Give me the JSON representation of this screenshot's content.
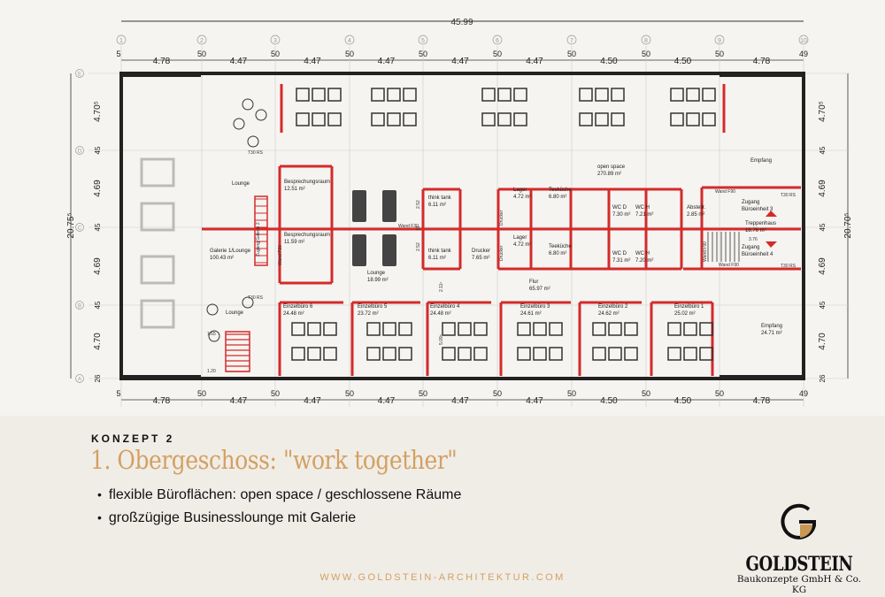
{
  "plan": {
    "total_width": "45.99",
    "axes": [
      "1",
      "2",
      "3",
      "4",
      "5",
      "6",
      "7",
      "8",
      "9",
      "10"
    ],
    "rows": [
      "E",
      "D",
      "C",
      "B",
      "A"
    ],
    "top_dims": [
      "5",
      "4.78",
      "50",
      "4.47",
      "50",
      "4.47",
      "50",
      "4.47",
      "50",
      "4.47",
      "50",
      "4.47",
      "50",
      "4.50",
      "50",
      "4.50",
      "50",
      "4.78",
      "49"
    ],
    "bottom_dims": [
      "5",
      "4.78",
      "50",
      "4.47",
      "50",
      "4.47",
      "50",
      "4.47",
      "50",
      "4.47",
      "50",
      "4.47",
      "50",
      "4.50",
      "50",
      "4.50",
      "50",
      "4.78",
      "49"
    ],
    "left_total": "20.75⁵",
    "right_total": "20.70⁵",
    "left_dims": [
      "4.70⁵",
      "45",
      "4.69",
      "45",
      "4.69",
      "45",
      "4.70",
      "26"
    ],
    "right_dims": [
      "4.70⁵",
      "45",
      "4.69",
      "45",
      "4.69",
      "45",
      "4.70",
      "26"
    ],
    "rooms": [
      {
        "name": "Lounge",
        "area": ""
      },
      {
        "name": "Galerie 1/Lounge",
        "area": "100.43 m²"
      },
      {
        "name": "Besprechungsraum",
        "area": "12.51 m²"
      },
      {
        "name": "Besprechungsraum",
        "area": "11.59 m²"
      },
      {
        "name": "Lounge",
        "area": "18.99 m²"
      },
      {
        "name": "think tank",
        "area": "6.11 m²"
      },
      {
        "name": "think tank",
        "area": "6.11 m²"
      },
      {
        "name": "Drucker",
        "area": "7.65 m²"
      },
      {
        "name": "Lager",
        "area": "4.72 m²"
      },
      {
        "name": "Lager",
        "area": "4.72 m²"
      },
      {
        "name": "Teeküche",
        "area": "6.80 m²"
      },
      {
        "name": "Teeküche",
        "area": "6.80 m²"
      },
      {
        "name": "WC D",
        "area": "7.30 m²"
      },
      {
        "name": "WC H",
        "area": "7.21 m²"
      },
      {
        "name": "WC D",
        "area": "7.31 m²"
      },
      {
        "name": "WC H",
        "area": "7.20 m²"
      },
      {
        "name": "Abstellr.",
        "area": "2.85 m²"
      },
      {
        "name": "Zugang",
        "area": "Büroeinheit 3"
      },
      {
        "name": "Treppenhaus",
        "area": "18.76 m²"
      },
      {
        "name": "Zugang",
        "area": "Büroeinheit 4"
      },
      {
        "name": "open space",
        "area": "270.89 m²"
      },
      {
        "name": "Flur",
        "area": "65.97 m²"
      },
      {
        "name": "Empfang",
        "area": ""
      },
      {
        "name": "Empfang",
        "area": "24.71 m²"
      },
      {
        "name": "Einzelbüro 6",
        "area": "24.48 m²"
      },
      {
        "name": "Einzelbüro 5",
        "area": "23.72 m²"
      },
      {
        "name": "Einzelbüro 4",
        "area": "24.48 m²"
      },
      {
        "name": "Einzelbüro 3",
        "area": "24.61 m²"
      },
      {
        "name": "Einzelbüro 2",
        "area": "24.62 m²"
      },
      {
        "name": "Einzelbüro 1",
        "area": "25.02 m²"
      },
      {
        "name": "Lounge",
        "area": ""
      }
    ],
    "notes": [
      "T30 RS",
      "T30 RS",
      "Wand F30",
      "Wand F30",
      "Zugang Galerie 2",
      "Drucker",
      "Drucker",
      "1.65",
      "1.20",
      "3.76",
      "T30 RS",
      "T30 RS",
      "Wand F90",
      "Wand F90",
      "Wand F90",
      "2.52",
      "2.52",
      "13",
      "2.11⁵",
      "5.09⁵"
    ]
  },
  "slide": {
    "kicker": "KONZEPT 2",
    "title": "1. Obergeschoss: \"work together\"",
    "bullets": [
      "flexible Büroflächen: open space / geschlossene Räume",
      "großzügige Businesslounge mit Galerie"
    ],
    "url": "WWW.GOLDSTEIN-ARCHITEKTUR.COM"
  },
  "logo": {
    "name": "GOLDSTEIN",
    "sub": "Baukonzepte GmbH & Co. KG",
    "letter": "G"
  },
  "colors": {
    "accent": "#d4a062",
    "wall_red": "#d42a2a",
    "background": "#f0ede7"
  }
}
